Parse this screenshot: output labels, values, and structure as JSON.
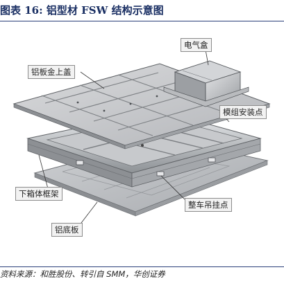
{
  "header": {
    "title": "图表 16:  铝型材 FSW 结构示意图"
  },
  "diagram": {
    "callouts": {
      "electrical_box": "电气盒",
      "top_cover": "铝板金上盖",
      "module_mount": "模组安装点",
      "lower_frame": "下箱体框架",
      "lifting_point": "整车吊挂点",
      "bottom_plate": "铝底板"
    }
  },
  "footer": {
    "source": "资料来源：和胜股份、转引自 SMM，华创证券"
  }
}
